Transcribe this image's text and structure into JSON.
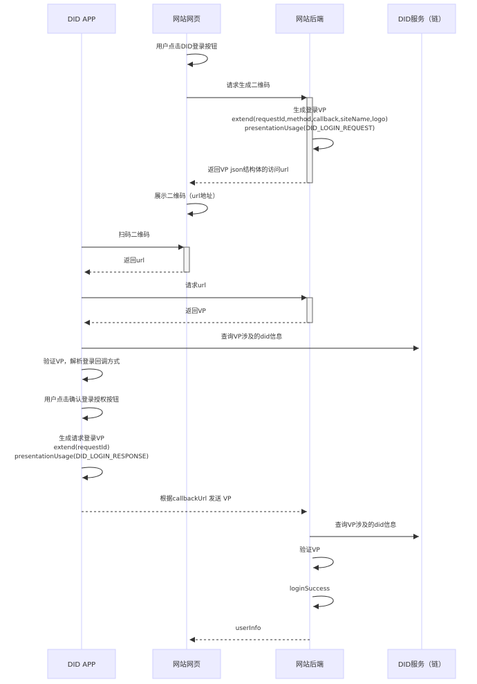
{
  "participants": [
    {
      "id": "app",
      "label": "DID APP"
    },
    {
      "id": "web",
      "label": "网站网页"
    },
    {
      "id": "backend",
      "label": "网站后端"
    },
    {
      "id": "chain",
      "label": "DID服务（链）"
    }
  ],
  "messages": [
    {
      "from": "web",
      "to": "web",
      "style": "solid",
      "text": [
        "用户点击DID登录按钮"
      ]
    },
    {
      "from": "web",
      "to": "backend",
      "style": "solid",
      "text": [
        "请求生成二维码"
      ]
    },
    {
      "from": "backend",
      "to": "backend",
      "style": "solid",
      "text": [
        "生成登录VP",
        "extend(requestId,method,callback,siteName,logo)",
        "presentationUsage(DID_LOGIN_REQUEST)"
      ]
    },
    {
      "from": "backend",
      "to": "web",
      "style": "dashed",
      "text": [
        "返回VP json结构体的访问url"
      ]
    },
    {
      "from": "web",
      "to": "web",
      "style": "solid",
      "text": [
        "展示二维码（url地址）"
      ]
    },
    {
      "from": "app",
      "to": "web",
      "style": "solid",
      "text": [
        "扫码二维码"
      ]
    },
    {
      "from": "web",
      "to": "app",
      "style": "dashed",
      "text": [
        "返回url"
      ]
    },
    {
      "from": "app",
      "to": "backend",
      "style": "solid",
      "text": [
        "请求url"
      ]
    },
    {
      "from": "backend",
      "to": "app",
      "style": "dashed",
      "text": [
        "返回VP"
      ]
    },
    {
      "from": "app",
      "to": "chain",
      "style": "solid",
      "text": [
        "查询VP涉及的did信息"
      ]
    },
    {
      "from": "app",
      "to": "app",
      "style": "solid",
      "text": [
        "验证VP，解析登录回调方式"
      ]
    },
    {
      "from": "app",
      "to": "app",
      "style": "solid",
      "text": [
        "用户点击确认登录授权按钮"
      ]
    },
    {
      "from": "app",
      "to": "app",
      "style": "solid",
      "text": [
        "生成请求登录VP",
        "extend(requestId)",
        "presentationUsage(DID_LOGIN_RESPONSE)"
      ]
    },
    {
      "from": "app",
      "to": "backend",
      "style": "dashed",
      "text": [
        "根据callbackUrl 发送 VP"
      ]
    },
    {
      "from": "backend",
      "to": "chain",
      "style": "solid",
      "text": [
        "查询VP涉及的did信息"
      ]
    },
    {
      "from": "backend",
      "to": "backend",
      "style": "solid",
      "text": [
        "验证VP"
      ]
    },
    {
      "from": "backend",
      "to": "backend",
      "style": "solid",
      "text": [
        "loginSuccess"
      ]
    },
    {
      "from": "backend",
      "to": "web",
      "style": "dashed",
      "text": [
        "userInfo"
      ]
    }
  ]
}
